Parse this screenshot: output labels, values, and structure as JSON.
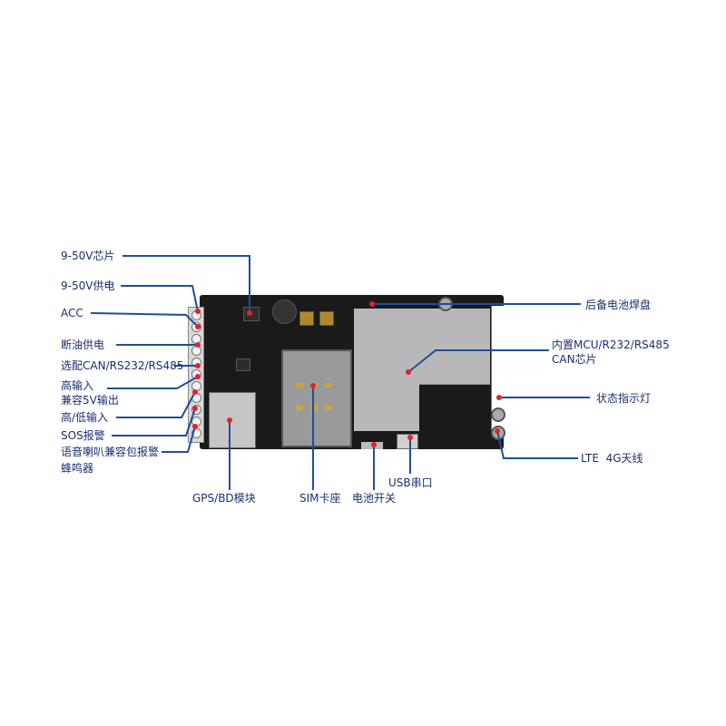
{
  "labels": {
    "chip_9_50v": "9-50V芯片",
    "power_9_50v": "9-50V供电",
    "acc": "ACC",
    "fuel_cut": "断油供电",
    "can_rs": "选配CAN/RS232/RS485",
    "high_input": "高输入",
    "out_5v": "兼容5V输出",
    "hl_input": "高/低输入",
    "sos": "SOS报警",
    "speaker": "语音喇叭兼容包报警",
    "buzzer": "蜂鸣器",
    "gps": "GPS/BD模块",
    "sim": "SIM卡座",
    "battery_switch": "电池开关",
    "usb": "USB串口",
    "backup_battery": "后备电池焊盘",
    "mcu": "内置MCU/R232/RS485",
    "can_chip": "CAN芯片",
    "status_led": "状态指示灯",
    "lte": "LTE  4G天线"
  },
  "colors": {
    "label": "#1b2f6e",
    "line": "#1f4e9c",
    "marker": "#e8202a",
    "board": "#1a1a1a"
  }
}
